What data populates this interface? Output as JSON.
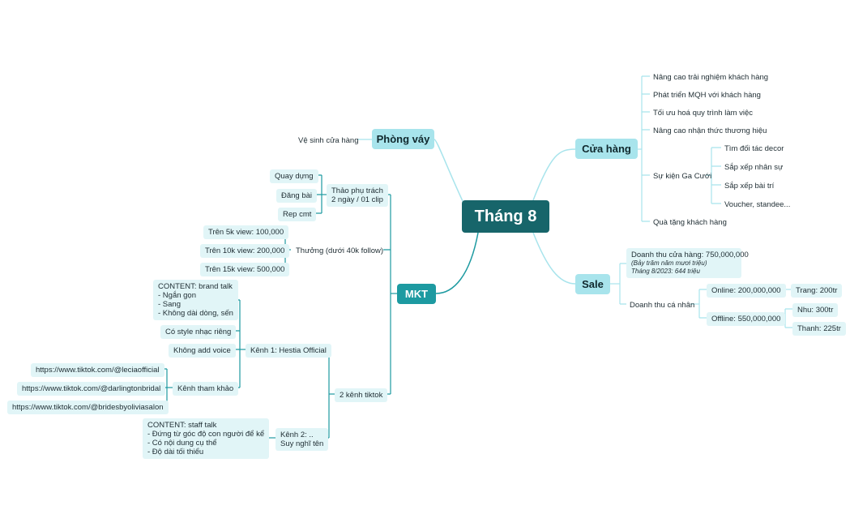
{
  "root": "Tháng 8",
  "branches": {
    "phong_vay": {
      "label": "Phòng váy",
      "items": [
        "Vệ sinh cửa hàng"
      ]
    },
    "cua_hang": {
      "label": "Cửa hàng",
      "items": [
        "Nâng cao trải nghiệm khách hàng",
        "Phát triển MQH với khách hàng",
        "Tối ưu hoá quy trình làm việc",
        "Nâng cao nhận thức thương hiệu",
        "Quà tặng khách hàng"
      ],
      "su_kien": {
        "label": "Sự kiện Ga Cưới",
        "items": [
          "Tìm đối tác decor",
          "Sắp xếp nhân sự",
          "Sắp xếp bài trí",
          "Voucher, standee..."
        ]
      }
    },
    "sale": {
      "label": "Sale",
      "doanh_thu_cua_hang": {
        "label": "Doanh thu cửa hàng: 750,000,000",
        "note1": "(Bảy trăm năm mươi triệu)",
        "note2": "Tháng 8/2023: 644 triệu"
      },
      "doanh_thu_ca_nhan": {
        "label": "Doanh thu cá nhân",
        "online": {
          "label": "Online: 200,000,000",
          "items": [
            "Trang: 200tr"
          ]
        },
        "offline": {
          "label": "Offline: 550,000,000",
          "items": [
            "Nhu: 300tr",
            "Thanh: 225tr"
          ]
        }
      }
    },
    "mkt": {
      "label": "MKT",
      "thao": {
        "label": "Thảo phụ trách\n2 ngày / 01 clip",
        "items": [
          "Quay dựng",
          "Đăng bài",
          "Rep cmt"
        ]
      },
      "thuong": {
        "label": "Thưởng (dưới 40k follow)",
        "items": [
          "Trên 5k view: 100,000",
          "Trên 10k view: 200,000",
          "Trên 15k view: 500,000"
        ]
      },
      "tiktok": {
        "label": "2 kênh tiktok",
        "kenh1": {
          "label": "Kênh 1: Hestia Official",
          "content": "CONTENT: brand talk\n- Ngắn gọn\n- Sang\n- Không dài dòng, sến",
          "style": "Có style nhạc riêng",
          "voice": "Không add voice",
          "tham_khao": {
            "label": "Kênh tham khảo",
            "items": [
              "https://www.tiktok.com/@leciaofficial",
              "https://www.tiktok.com/@darlingtonbridal",
              "https://www.tiktok.com/@bridesbyoliviasalon"
            ]
          }
        },
        "kenh2": {
          "label": "Kênh 2: ..\nSuy nghĩ tên",
          "content": "CONTENT: staff talk\n- Đứng từ góc độ con người để kể\n- Có nội dung cụ thể\n- Độ dài tối thiểu"
        }
      }
    }
  },
  "colors": {
    "root": "#17656a",
    "mkt": "#1d9aa1",
    "main_light": "#a8e4ec",
    "leaf_bg": "#e1f5f7",
    "line_dark": "#1d9aa1",
    "line_light": "#a8e4ec"
  }
}
